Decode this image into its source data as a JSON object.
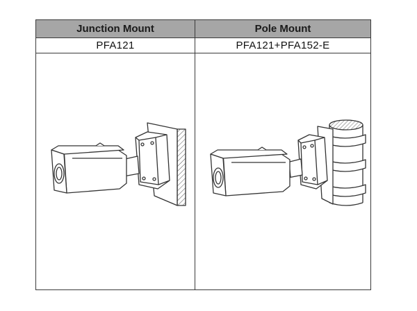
{
  "table": {
    "headers": [
      "Junction Mount",
      "Pole Mount"
    ],
    "models": [
      "PFA121",
      "PFA121+PFA152-E"
    ]
  },
  "illustrations": [
    {
      "icon": "bullet-camera-junction-mount-icon"
    },
    {
      "icon": "bullet-camera-pole-mount-icon"
    }
  ],
  "colors": {
    "header_bg": "#a6a6a6",
    "border": "#3a3a3a"
  }
}
